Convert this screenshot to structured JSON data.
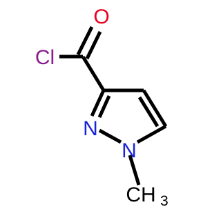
{
  "atoms": {
    "oxygen": {
      "label": "O",
      "color": "#e8001f"
    },
    "chlorine": {
      "label": "Cl",
      "color": "#8a1b8f"
    },
    "nitrogen_ring": {
      "label": "N",
      "color": "#1a24d9"
    },
    "nitrogen_methyl": {
      "label": "N",
      "color": "#1a24d9"
    },
    "methyl": {
      "label": "CH",
      "subscript": "3",
      "color": "#000000"
    }
  },
  "colors": {
    "bond": "#000000",
    "background": "#ffffff"
  }
}
